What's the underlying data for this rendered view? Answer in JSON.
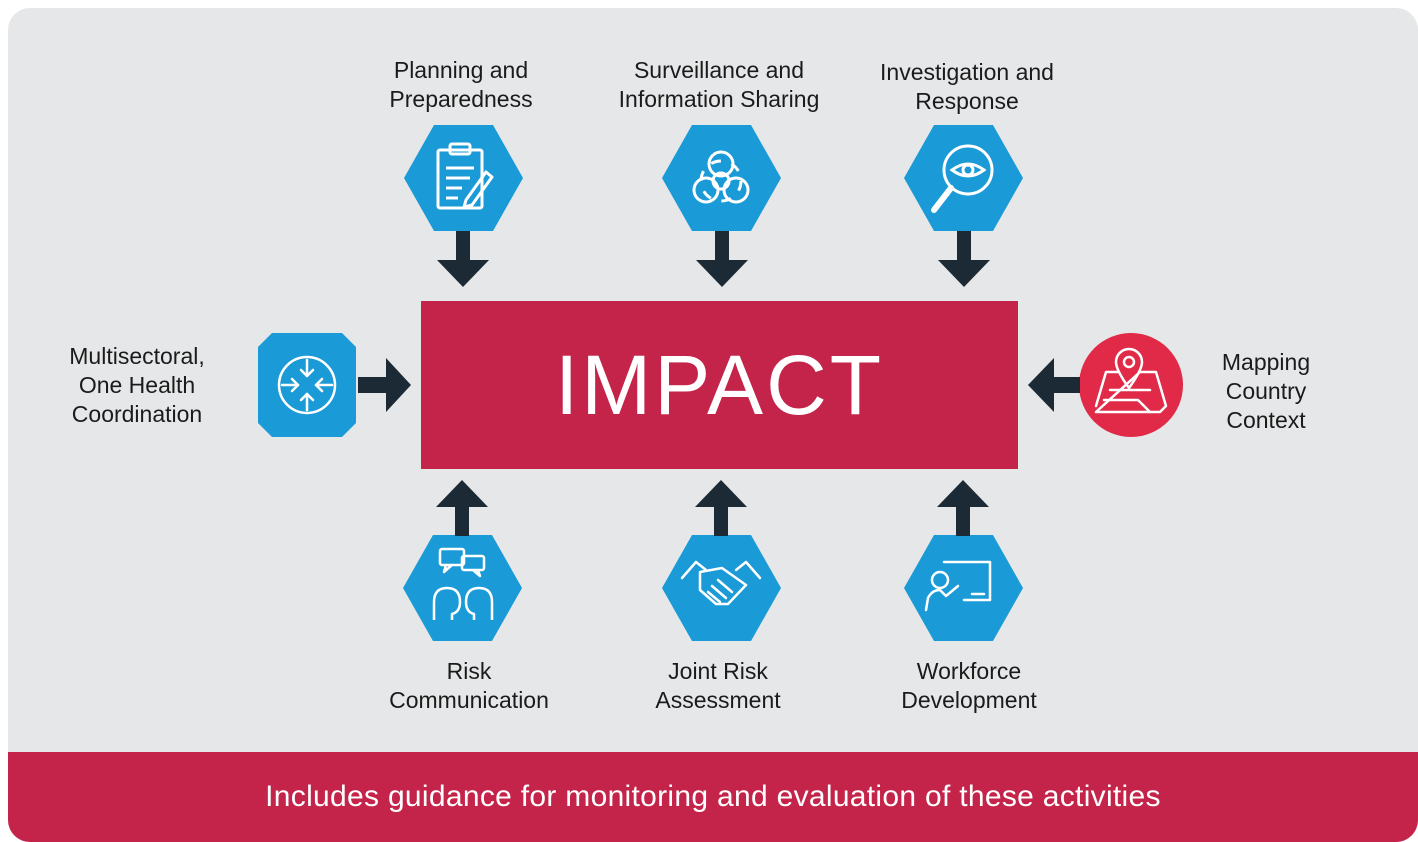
{
  "colors": {
    "hex_blue": "#1a9ad6",
    "impact_red": "#c4234a",
    "circle_red": "#e02a48",
    "arrow": "#1b2a35",
    "panel": "#e6e7e8"
  },
  "center": {
    "title": "IMPACT"
  },
  "top_nodes": [
    {
      "lines": [
        "Planning and",
        "Preparedness"
      ],
      "icon": "clipboard-icon"
    },
    {
      "lines": [
        "Surveillance and",
        "Information Sharing"
      ],
      "icon": "biohazard-icon"
    },
    {
      "lines": [
        "Investigation and",
        "Response"
      ],
      "icon": "magnifier-eye-icon"
    }
  ],
  "bottom_nodes": [
    {
      "lines": [
        "Risk",
        "Communication"
      ],
      "icon": "speech-heads-icon"
    },
    {
      "lines": [
        "Joint Risk",
        "Assessment"
      ],
      "icon": "handshake-icon"
    },
    {
      "lines": [
        "Workforce",
        "Development"
      ],
      "icon": "teacher-board-icon"
    }
  ],
  "left_node": {
    "lines": [
      "Multisectoral,",
      "One Health",
      "Coordination"
    ],
    "icon": "converge-compass-icon"
  },
  "right_node": {
    "lines": [
      "Mapping",
      "Country",
      "Context"
    ],
    "icon": "map-pin-icon"
  },
  "footer": {
    "text": "Includes guidance for monitoring and evaluation of these activities"
  }
}
